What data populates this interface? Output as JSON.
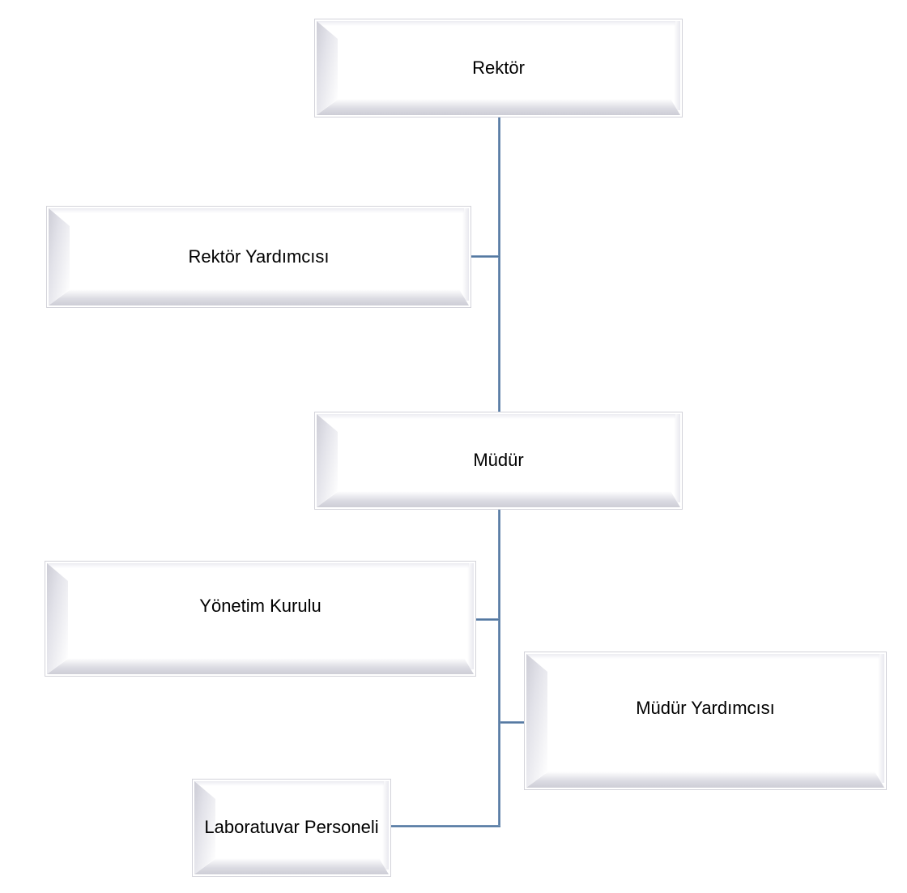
{
  "diagram": {
    "type": "org-chart",
    "connector_color": "#5a7fae",
    "box": {
      "fill": "#ffffff",
      "border": "#d3d3da",
      "text_color": "#000000"
    },
    "nodes": [
      {
        "id": "rektor",
        "label": "Rektör"
      },
      {
        "id": "rektor-yardimcisi",
        "label": "Rektör Yardımcısı"
      },
      {
        "id": "mudur",
        "label": "Müdür"
      },
      {
        "id": "yonetim-kurulu",
        "label": "Yönetim Kurulu"
      },
      {
        "id": "mudur-yardimcisi",
        "label": "Müdür Yardımcısı"
      },
      {
        "id": "laboratuvar-personeli",
        "label": "Laboratuvar Personeli"
      }
    ],
    "edges": [
      {
        "from": "rektor",
        "to": "rektor-yardimcisi"
      },
      {
        "from": "rektor",
        "to": "mudur"
      },
      {
        "from": "mudur",
        "to": "yonetim-kurulu"
      },
      {
        "from": "mudur",
        "to": "mudur-yardimcisi"
      },
      {
        "from": "mudur",
        "to": "laboratuvar-personeli"
      }
    ]
  }
}
